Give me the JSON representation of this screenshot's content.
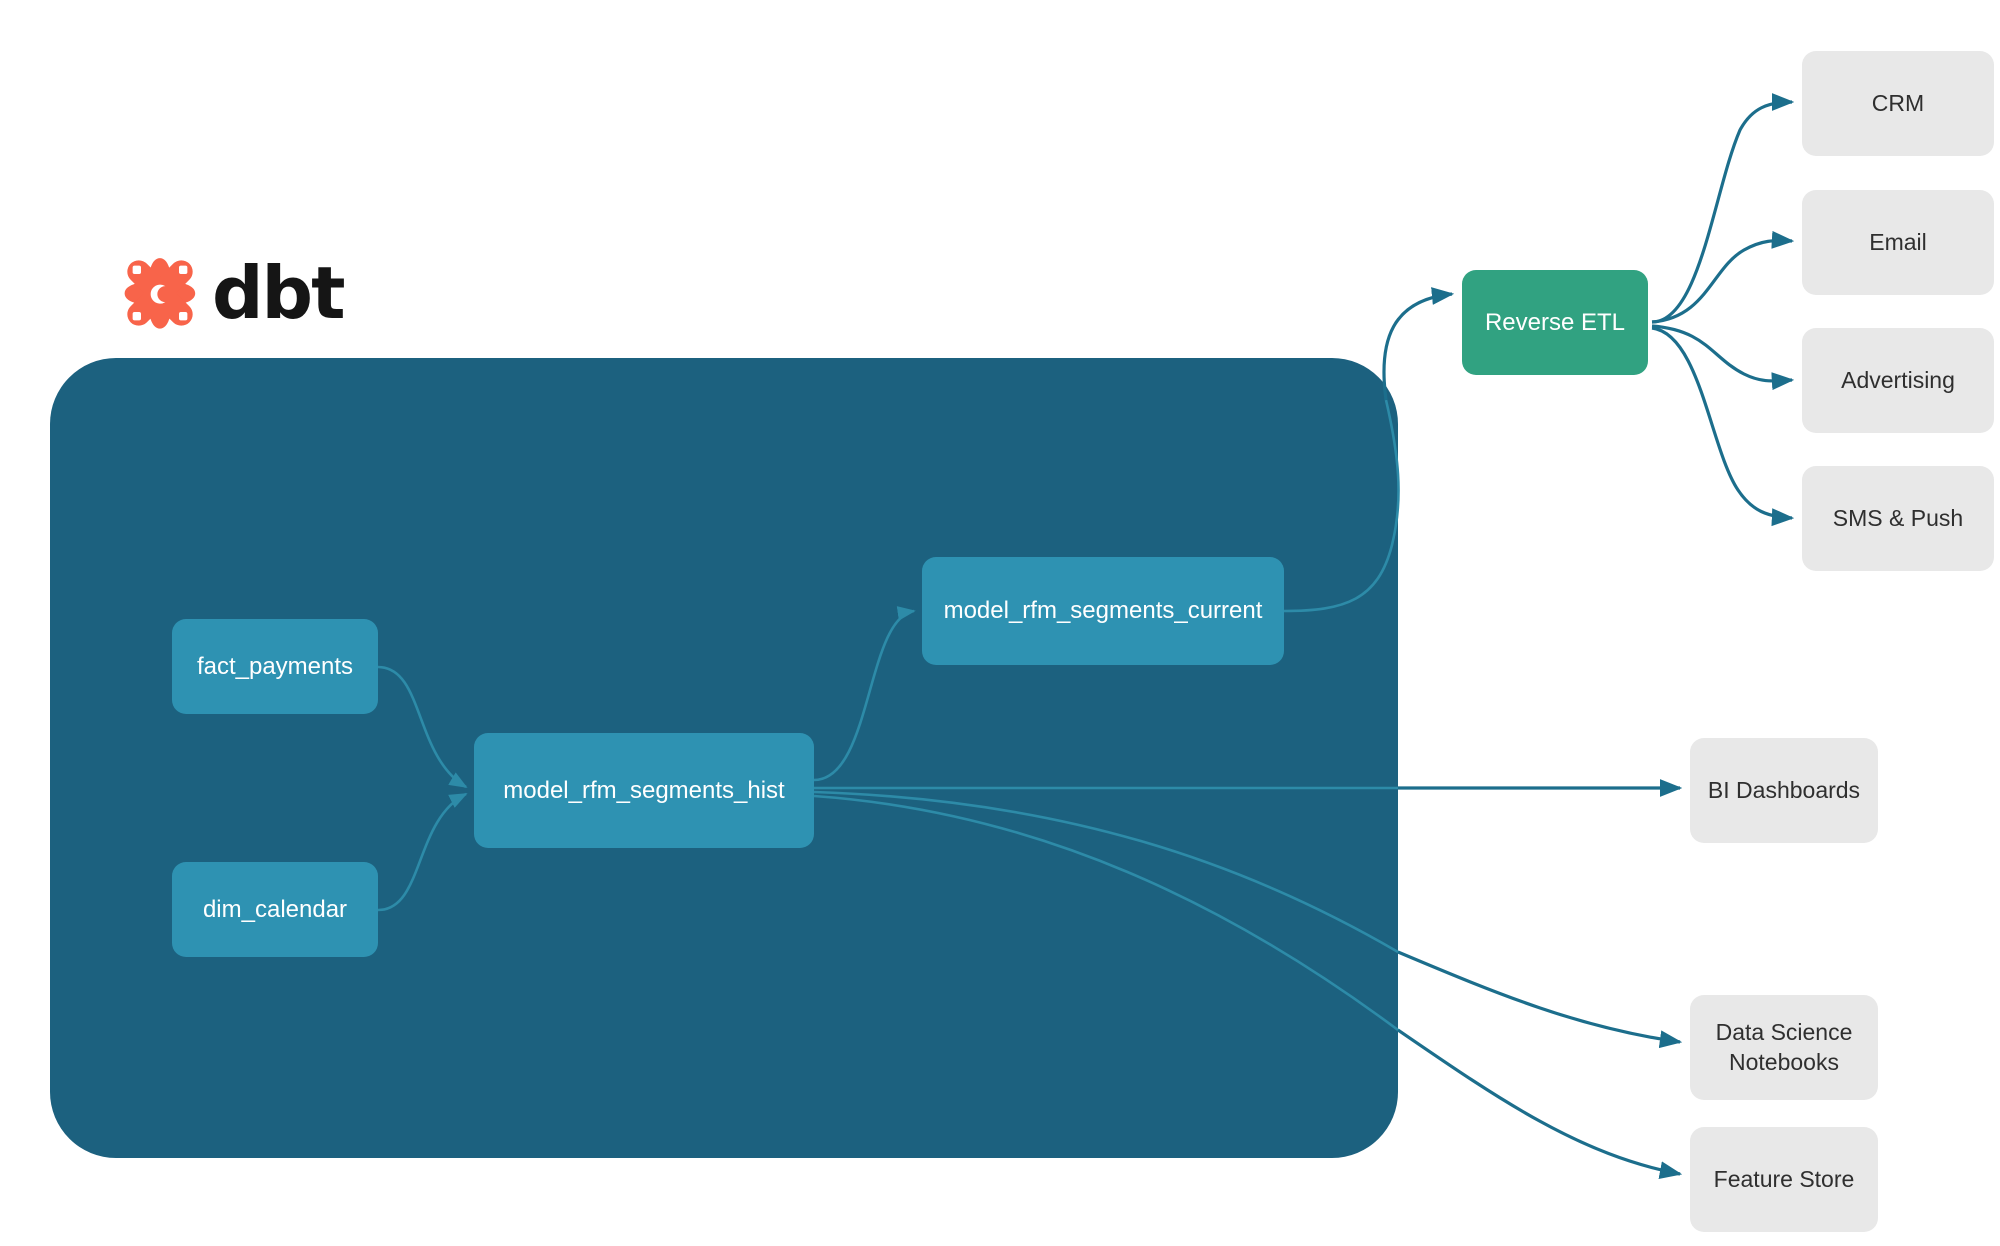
{
  "brand": {
    "logo_icon": "dbt-logo-icon",
    "wordmark": "dbt",
    "logo_color": "#f8644a"
  },
  "diagram": {
    "type": "data-lineage-flow",
    "container": {
      "name": "dbt-project-container",
      "color": "#1c617f"
    },
    "colors": {
      "model_node": "#2e92b2",
      "service_node": "#31a281",
      "destination_node": "#e8e8e8",
      "edge_inner": "#2d8ba8",
      "edge_outer": "#1c6e8c",
      "canvas": "#ffffff"
    },
    "models": [
      {
        "id": "fact_payments",
        "label": "fact_payments"
      },
      {
        "id": "dim_calendar",
        "label": "dim_calendar"
      },
      {
        "id": "model_rfm_segments_hist",
        "label": "model_rfm_segments_hist"
      },
      {
        "id": "model_rfm_segments_current",
        "label": "model_rfm_segments_current"
      }
    ],
    "services": [
      {
        "id": "reverse_etl",
        "label": "Reverse ETL"
      }
    ],
    "destinations": [
      {
        "id": "crm",
        "label": "CRM"
      },
      {
        "id": "email",
        "label": "Email"
      },
      {
        "id": "advertising",
        "label": "Advertising"
      },
      {
        "id": "sms_push",
        "label": "SMS & Push"
      },
      {
        "id": "bi_dashboards",
        "label": "BI Dashboards"
      },
      {
        "id": "ds_notebooks",
        "label": "Data Science\nNotebooks"
      },
      {
        "id": "feature_store",
        "label": "Feature Store"
      }
    ],
    "edges": [
      {
        "from": "fact_payments",
        "to": "model_rfm_segments_hist"
      },
      {
        "from": "dim_calendar",
        "to": "model_rfm_segments_hist"
      },
      {
        "from": "model_rfm_segments_hist",
        "to": "model_rfm_segments_current"
      },
      {
        "from": "model_rfm_segments_current",
        "to": "reverse_etl"
      },
      {
        "from": "model_rfm_segments_hist",
        "to": "bi_dashboards"
      },
      {
        "from": "model_rfm_segments_hist",
        "to": "ds_notebooks"
      },
      {
        "from": "model_rfm_segments_hist",
        "to": "feature_store"
      },
      {
        "from": "reverse_etl",
        "to": "crm"
      },
      {
        "from": "reverse_etl",
        "to": "email"
      },
      {
        "from": "reverse_etl",
        "to": "advertising"
      },
      {
        "from": "reverse_etl",
        "to": "sms_push"
      }
    ]
  }
}
